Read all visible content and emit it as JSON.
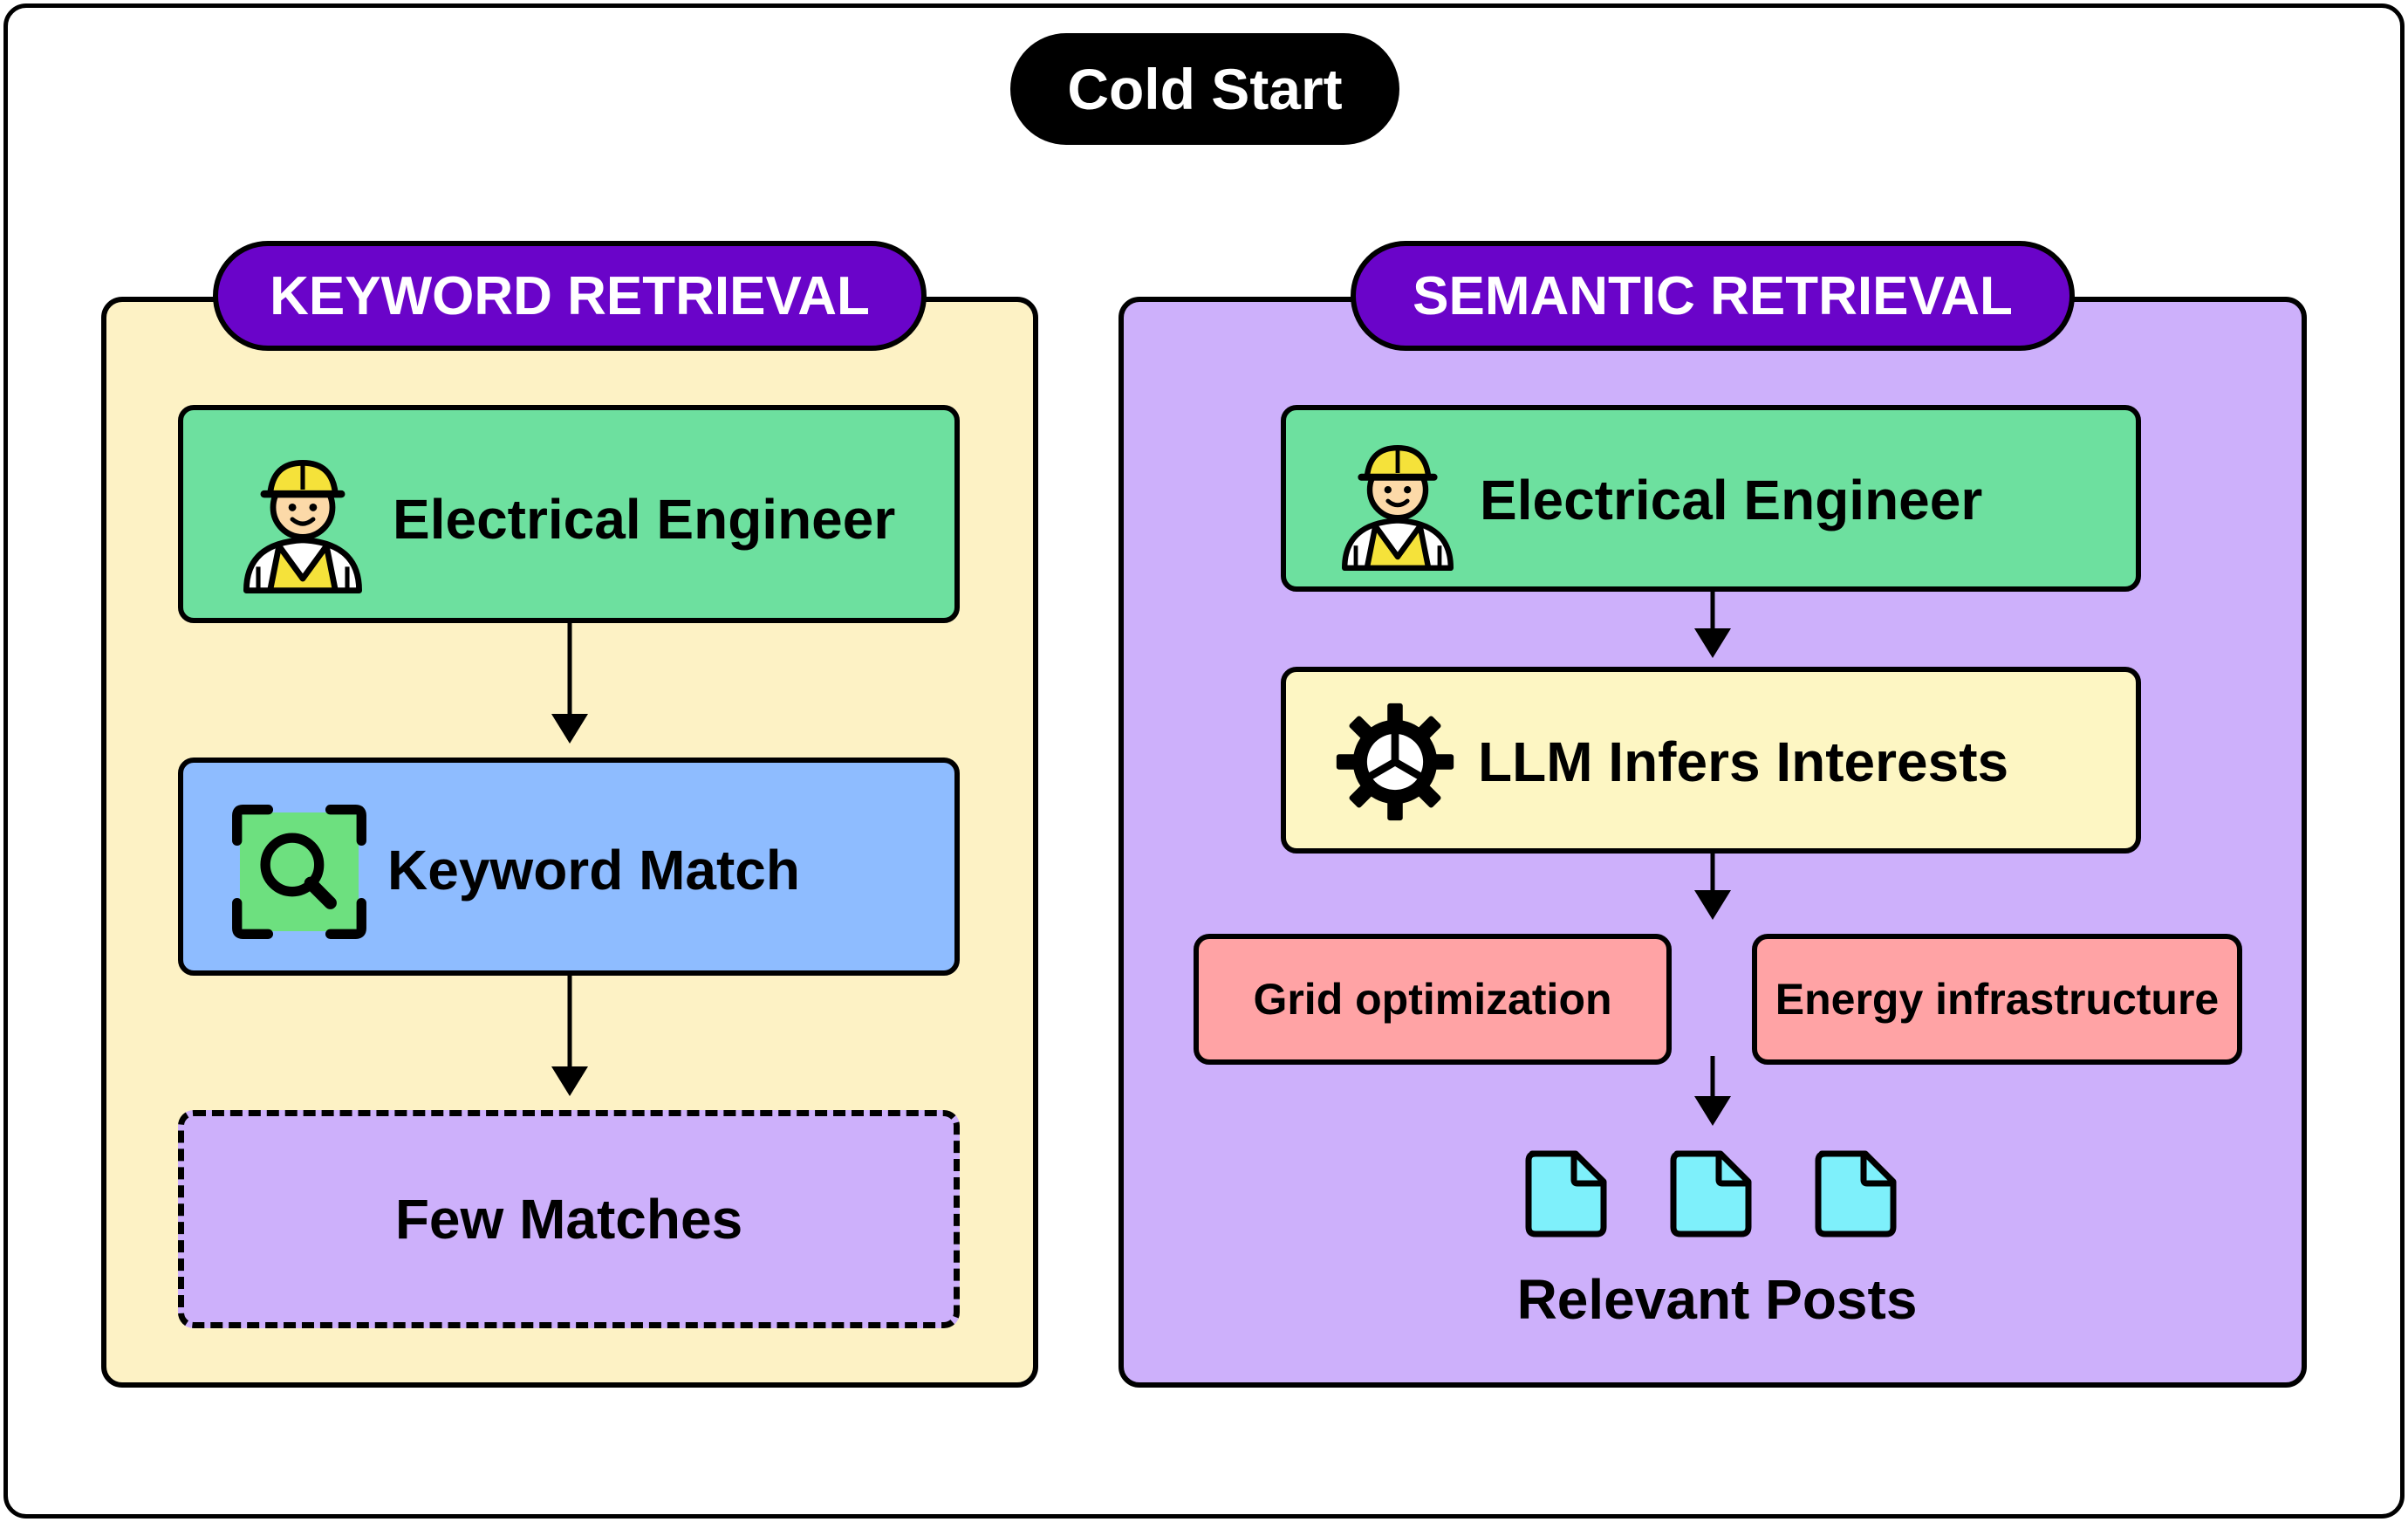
{
  "title": "Cold Start",
  "keyword_panel": {
    "header": "KEYWORD RETRIEVAL",
    "nodes": {
      "engineer": "Electrical Engineer",
      "match": "Keyword Match",
      "result": "Few Matches"
    },
    "icons": [
      "engineer-icon",
      "search-icon"
    ]
  },
  "semantic_panel": {
    "header": "SEMANTIC RETRIEVAL",
    "nodes": {
      "engineer": "Electrical Engineer",
      "llm": "LLM Infers Interests",
      "interest_1": "Grid optimization",
      "interest_2": "Energy infrastructure",
      "result": "Relevant Posts"
    },
    "icons": [
      "engineer-icon",
      "gear-icon",
      "document-icon"
    ]
  },
  "colors": {
    "keyword_bg": "#fdf2c5",
    "semantic_bg": "#cdb0fb",
    "header": "#6a04c9",
    "green": "#6de09f",
    "blue": "#8ebcff",
    "yellow": "#fdf6c3",
    "salmon": "#ffa3a5",
    "doc": "#7ef0fb"
  }
}
